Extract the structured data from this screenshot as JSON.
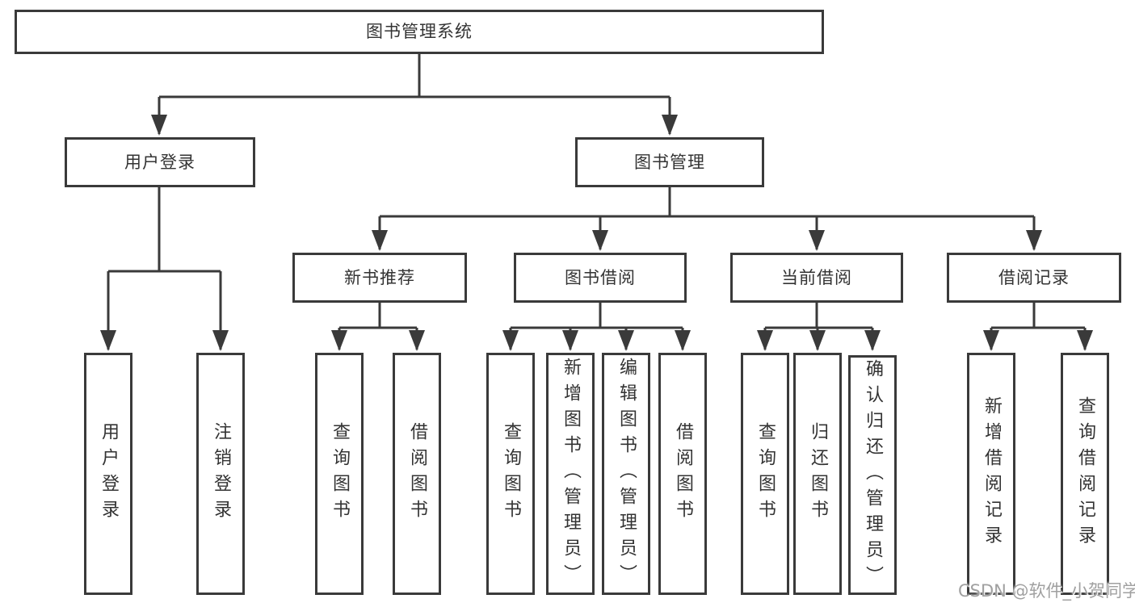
{
  "diagram": {
    "title_node": {
      "label": "图书管理系统"
    },
    "branches": [
      {
        "label": "用户登录",
        "children": [
          {
            "label": "用户登录"
          },
          {
            "label": "注销登录"
          }
        ]
      },
      {
        "label": "图书管理",
        "groups": [
          {
            "label": "新书推荐",
            "children": [
              {
                "label": "查询图书"
              },
              {
                "label": "借阅图书"
              }
            ]
          },
          {
            "label": "图书借阅",
            "children": [
              {
                "label": "查询图书"
              },
              {
                "label": "新增图书（管理员）"
              },
              {
                "label": "编辑图书（管理员）"
              },
              {
                "label": "借阅图书"
              }
            ]
          },
          {
            "label": "当前借阅",
            "children": [
              {
                "label": "查询图书"
              },
              {
                "label": "归还图书"
              },
              {
                "label": "确认归还（管理员）"
              }
            ]
          },
          {
            "label": "借阅记录",
            "children": [
              {
                "label": "新增借阅记录"
              },
              {
                "label": "查询借阅记录"
              }
            ]
          }
        ]
      }
    ]
  },
  "watermark": {
    "text": "CSDN @软件_小贺同学"
  },
  "colors": {
    "line": "#3a3a3a",
    "text": "#333333",
    "background": "#ffffff",
    "watermark": "#a0a0a0"
  }
}
